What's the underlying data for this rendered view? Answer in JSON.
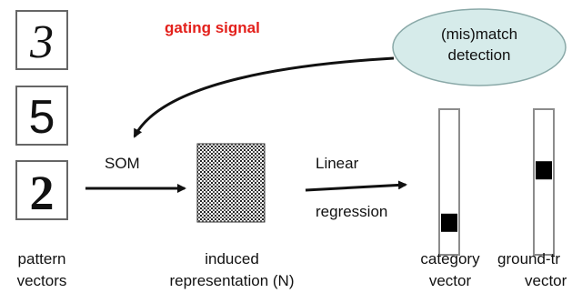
{
  "digits": [
    {
      "name": "digit-3",
      "glyph": "3"
    },
    {
      "name": "digit-5",
      "glyph": "5"
    },
    {
      "name": "digit-2",
      "glyph": "2"
    }
  ],
  "labels": {
    "gating_signal": "gating signal",
    "mismatch_line1": "(mis)match",
    "mismatch_line2": "detection",
    "som": "SOM",
    "linear": "Linear",
    "regression": "regression",
    "pattern_line1": "pattern",
    "pattern_line2": "vectors",
    "induced_line1": "induced",
    "induced_line2": "representation (N)",
    "category_line1": "category",
    "category_line2": "vector",
    "groundtruth_line1": "ground-tr",
    "groundtruth_line2": "vector"
  },
  "colors": {
    "gating_text": "#e3201b",
    "ellipse_fill": "#d6ebea",
    "ellipse_stroke": "#8aa9a8",
    "vector_stroke": "#8c8c8c",
    "active_unit": "#000000"
  },
  "vectors": {
    "category_active_fraction": 0.78,
    "groundtruth_active_fraction": 0.42
  }
}
